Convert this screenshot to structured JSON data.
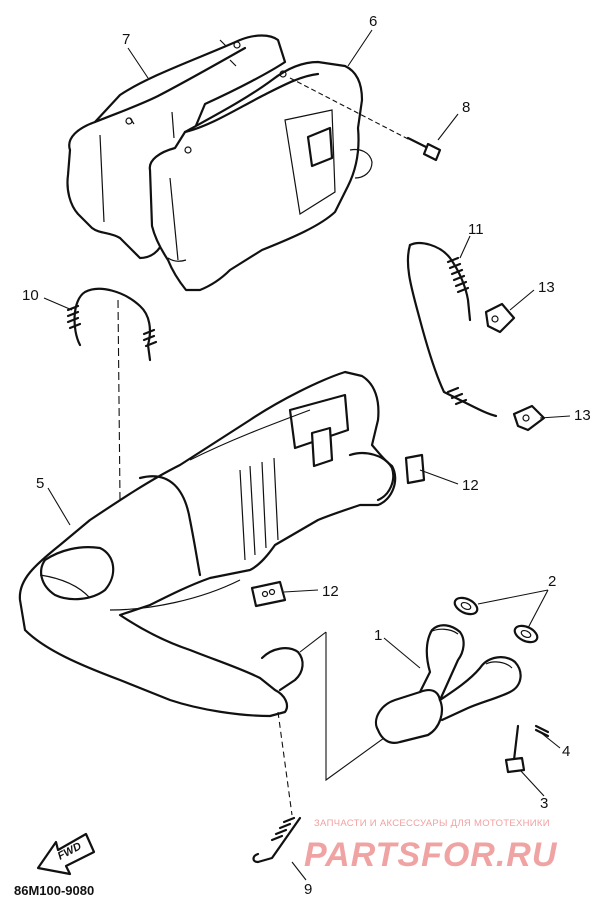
{
  "callouts": {
    "c1": "1",
    "c2": "2",
    "c3": "3",
    "c4": "4",
    "c5": "5",
    "c6": "6",
    "c7": "7",
    "c8": "8",
    "c9": "9",
    "c10": "10",
    "c11": "11",
    "c12a": "12",
    "c12b": "12",
    "c13a": "13",
    "c13b": "13"
  },
  "diagram_code": "86M100-9080",
  "forward_arrow_label": "FWD",
  "watermark": {
    "tagline": "ЗАПЧАСТИ И АКСЕССУАРЫ ДЛЯ МОТОТЕХНИКИ",
    "brand": "PARTSFOR.RU",
    "color": "#f0a3a3"
  }
}
